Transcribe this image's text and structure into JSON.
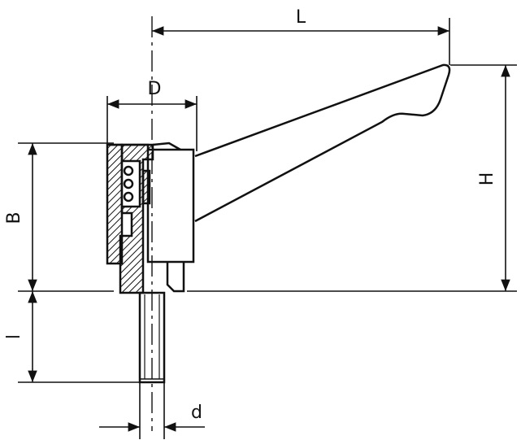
{
  "dimensions": {
    "L": "L",
    "D": "D",
    "B": "B",
    "H": "H",
    "l": "l",
    "d": "d"
  },
  "colors": {
    "ink": "#111111",
    "background": "#ffffff"
  }
}
